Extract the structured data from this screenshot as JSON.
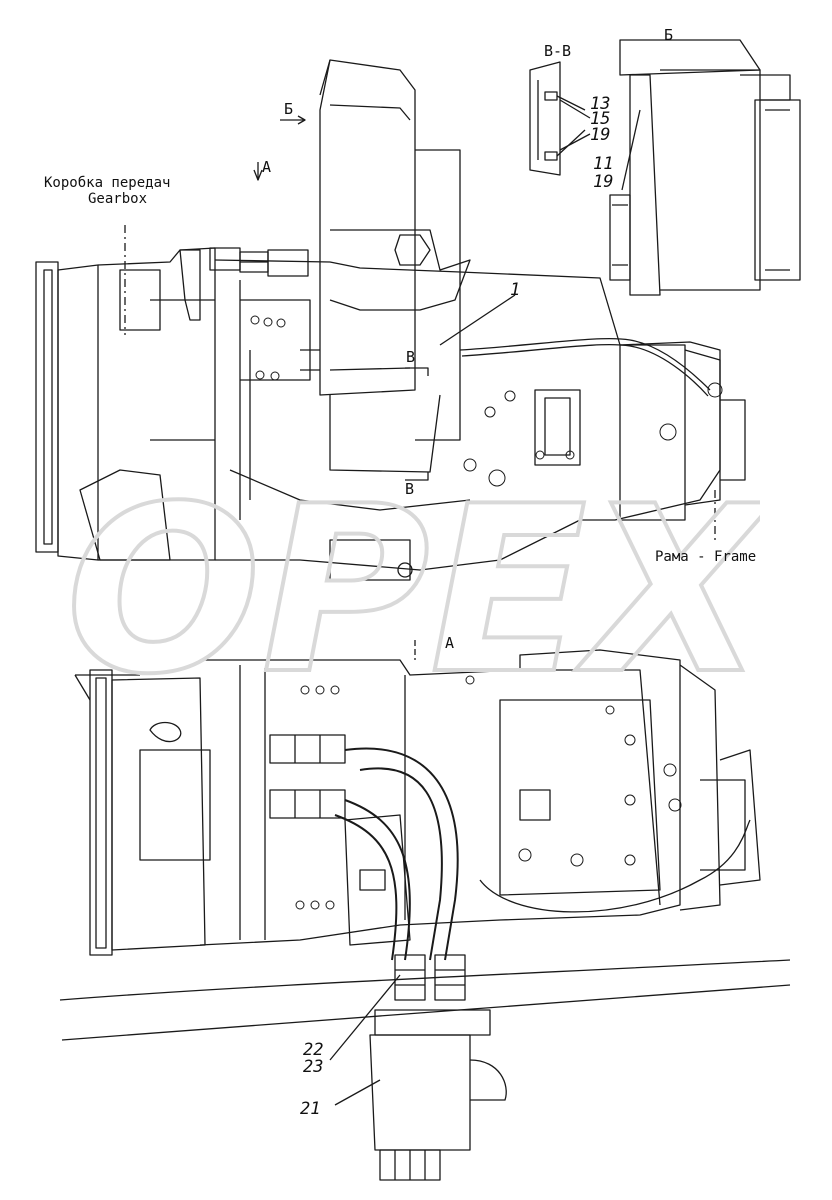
{
  "labels": {
    "gearbox_ru": "Коробка передач",
    "gearbox_en": "Gearbox",
    "frame": "Рама - Frame",
    "view_a_top": "А",
    "view_a_bottom": "А",
    "view_b_arrow": "Б",
    "view_b_detail": "Б",
    "section_vv": "В-В",
    "section_v_top": "В",
    "section_v_bottom": "В"
  },
  "callouts": {
    "p1": "1",
    "p11": "11",
    "p13": "13",
    "p15": "15",
    "p19a": "19",
    "p19b": "19",
    "p21": "21",
    "p22": "22",
    "p23": "23"
  },
  "watermark": "OPEX",
  "colors": {
    "line": "#1a1a1a",
    "watermark": "#d9d9d9",
    "background": "#ffffff"
  }
}
